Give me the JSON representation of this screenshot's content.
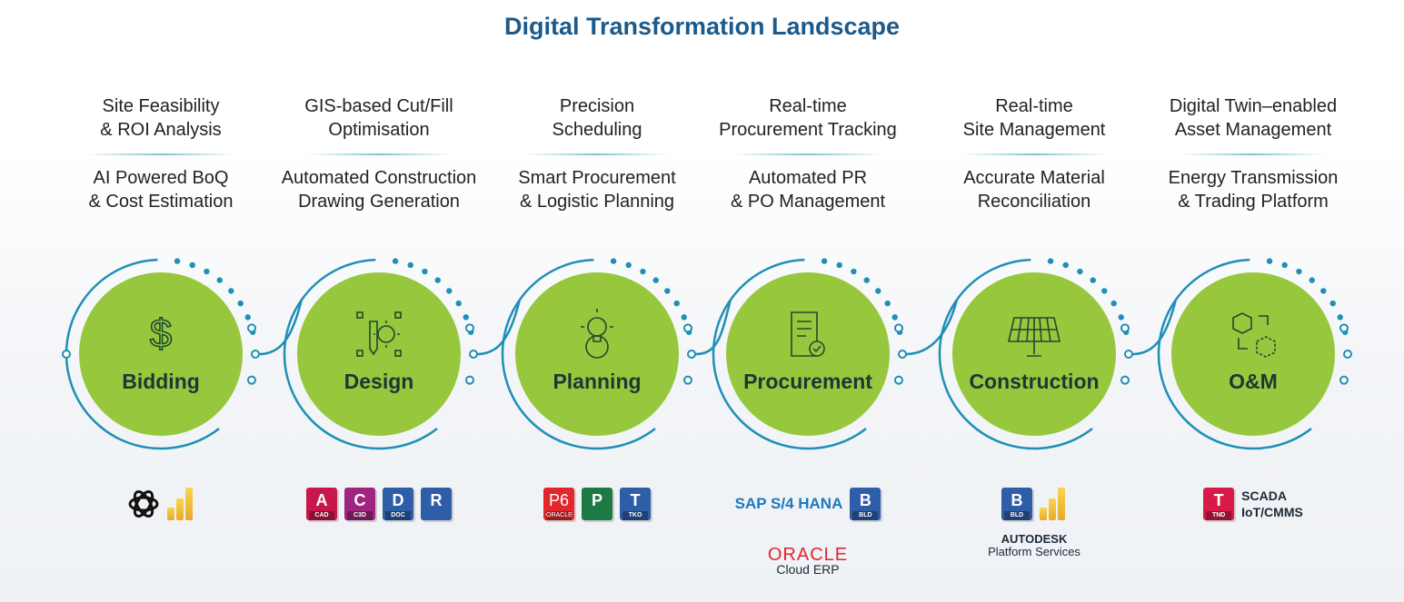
{
  "title": "Digital Transformation Landscape",
  "colors": {
    "title": "#1b5a8a",
    "circle": "#97c73d",
    "ring": "#1e8fb5",
    "label": "#173a35"
  },
  "stages": [
    {
      "label": "Bidding",
      "icon": "dollar-icon",
      "top": [
        "Site Feasibility",
        "& ROI Analysis"
      ],
      "bottom": [
        "AI Powered BoQ",
        "& Cost Estimation"
      ],
      "tools": [
        {
          "name": "openai-logo"
        },
        {
          "name": "power-bi-logo"
        }
      ]
    },
    {
      "label": "Design",
      "icon": "design-gear-pencil-icon",
      "top": [
        "GIS-based Cut/Fill",
        "Optimisation"
      ],
      "bottom": [
        "Automated Construction",
        "Drawing Generation"
      ],
      "tools": [
        {
          "name": "autocad-logo",
          "letter": "A",
          "sub": "CAD",
          "color": "#c8174a"
        },
        {
          "name": "civil-3d-logo",
          "letter": "C",
          "sub": "C3D",
          "color": "#a0257f"
        },
        {
          "name": "docs-logo",
          "letter": "D",
          "sub": "DOC",
          "color": "#2e5ea8"
        },
        {
          "name": "revit-logo",
          "letter": "R",
          "sub": "",
          "color": "#2e5ea8"
        }
      ]
    },
    {
      "label": "Planning",
      "icon": "lightbulb-gear-icon",
      "top": [
        "Precision",
        "Scheduling"
      ],
      "bottom": [
        "Smart Procurement",
        "& Logistic Planning"
      ],
      "tools": [
        {
          "name": "primavera-p6-logo",
          "letter": "P6",
          "sub": "ORACLE",
          "color": "#e3262a"
        },
        {
          "name": "ms-project-logo",
          "letter": "P",
          "sub": "",
          "color": "#1d7a45"
        },
        {
          "name": "takeoff-logo",
          "letter": "T",
          "sub": "TKO",
          "color": "#2e5ea8"
        }
      ]
    },
    {
      "label": "Procurement",
      "icon": "document-check-icon",
      "top": [
        "Real-time",
        "Procurement Tracking"
      ],
      "bottom": [
        "Automated PR",
        "& PO Management"
      ],
      "tools": [
        {
          "name": "sap-s4hana-logo",
          "text": "SAP S/4 HANA"
        },
        {
          "name": "build-logo",
          "letter": "B",
          "sub": "BLD",
          "color": "#2e5ea8"
        },
        {
          "name": "oracle-cloud-erp-logo",
          "text": "ORACLE",
          "text2": "Cloud ERP"
        }
      ]
    },
    {
      "label": "Construction",
      "icon": "solar-panel-icon",
      "top": [
        "Real-time",
        "Site Management"
      ],
      "bottom": [
        "Accurate Material",
        "Reconciliation"
      ],
      "tools": [
        {
          "name": "build-logo",
          "letter": "B",
          "sub": "BLD",
          "color": "#2e5ea8"
        },
        {
          "name": "power-bi-logo"
        },
        {
          "name": "autodesk-platform-services-logo",
          "text": "AUTODESK",
          "text2": "Platform Services"
        }
      ]
    },
    {
      "label": "O&M",
      "icon": "cube-cycle-icon",
      "top": [
        "Digital Twin–enabled",
        "Asset Management"
      ],
      "bottom": [
        "Energy Transmission",
        "& Trading Platform"
      ],
      "tools": [
        {
          "name": "tandem-logo",
          "letter": "T",
          "sub": "TND",
          "color": "#d91a48"
        },
        {
          "name": "scada-iot-cmms-text",
          "text": "SCADA",
          "text2": "IoT/CMMS"
        }
      ]
    }
  ]
}
